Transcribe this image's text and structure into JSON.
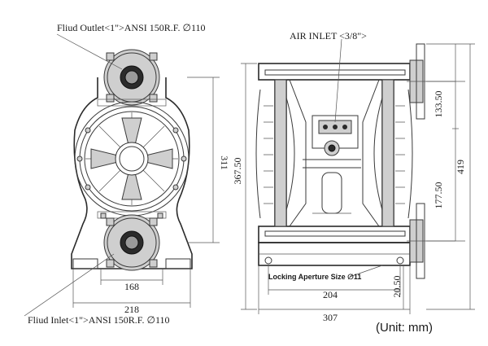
{
  "labels": {
    "outlet": "Fliud Outlet<1\">ANSI 150R.F. ∅110",
    "inlet": "Fliud Inlet<1\">ANSI 150R.F. ∅110",
    "air_inlet": "AIR INLET <3/8\">",
    "locking": "Locking Aperture Size ∅11",
    "unit": "(Unit: mm)"
  },
  "dimensions": {
    "front_height": "311",
    "side_height": "367.50",
    "flange_168": "168",
    "base_218": "218",
    "top_133": "133.50",
    "mid_177": "177.50",
    "overall_419": "419",
    "width_204": "204",
    "width_307": "307",
    "base_20": "20.50"
  },
  "icons": [
    "pump-front-view",
    "pump-side-view"
  ]
}
